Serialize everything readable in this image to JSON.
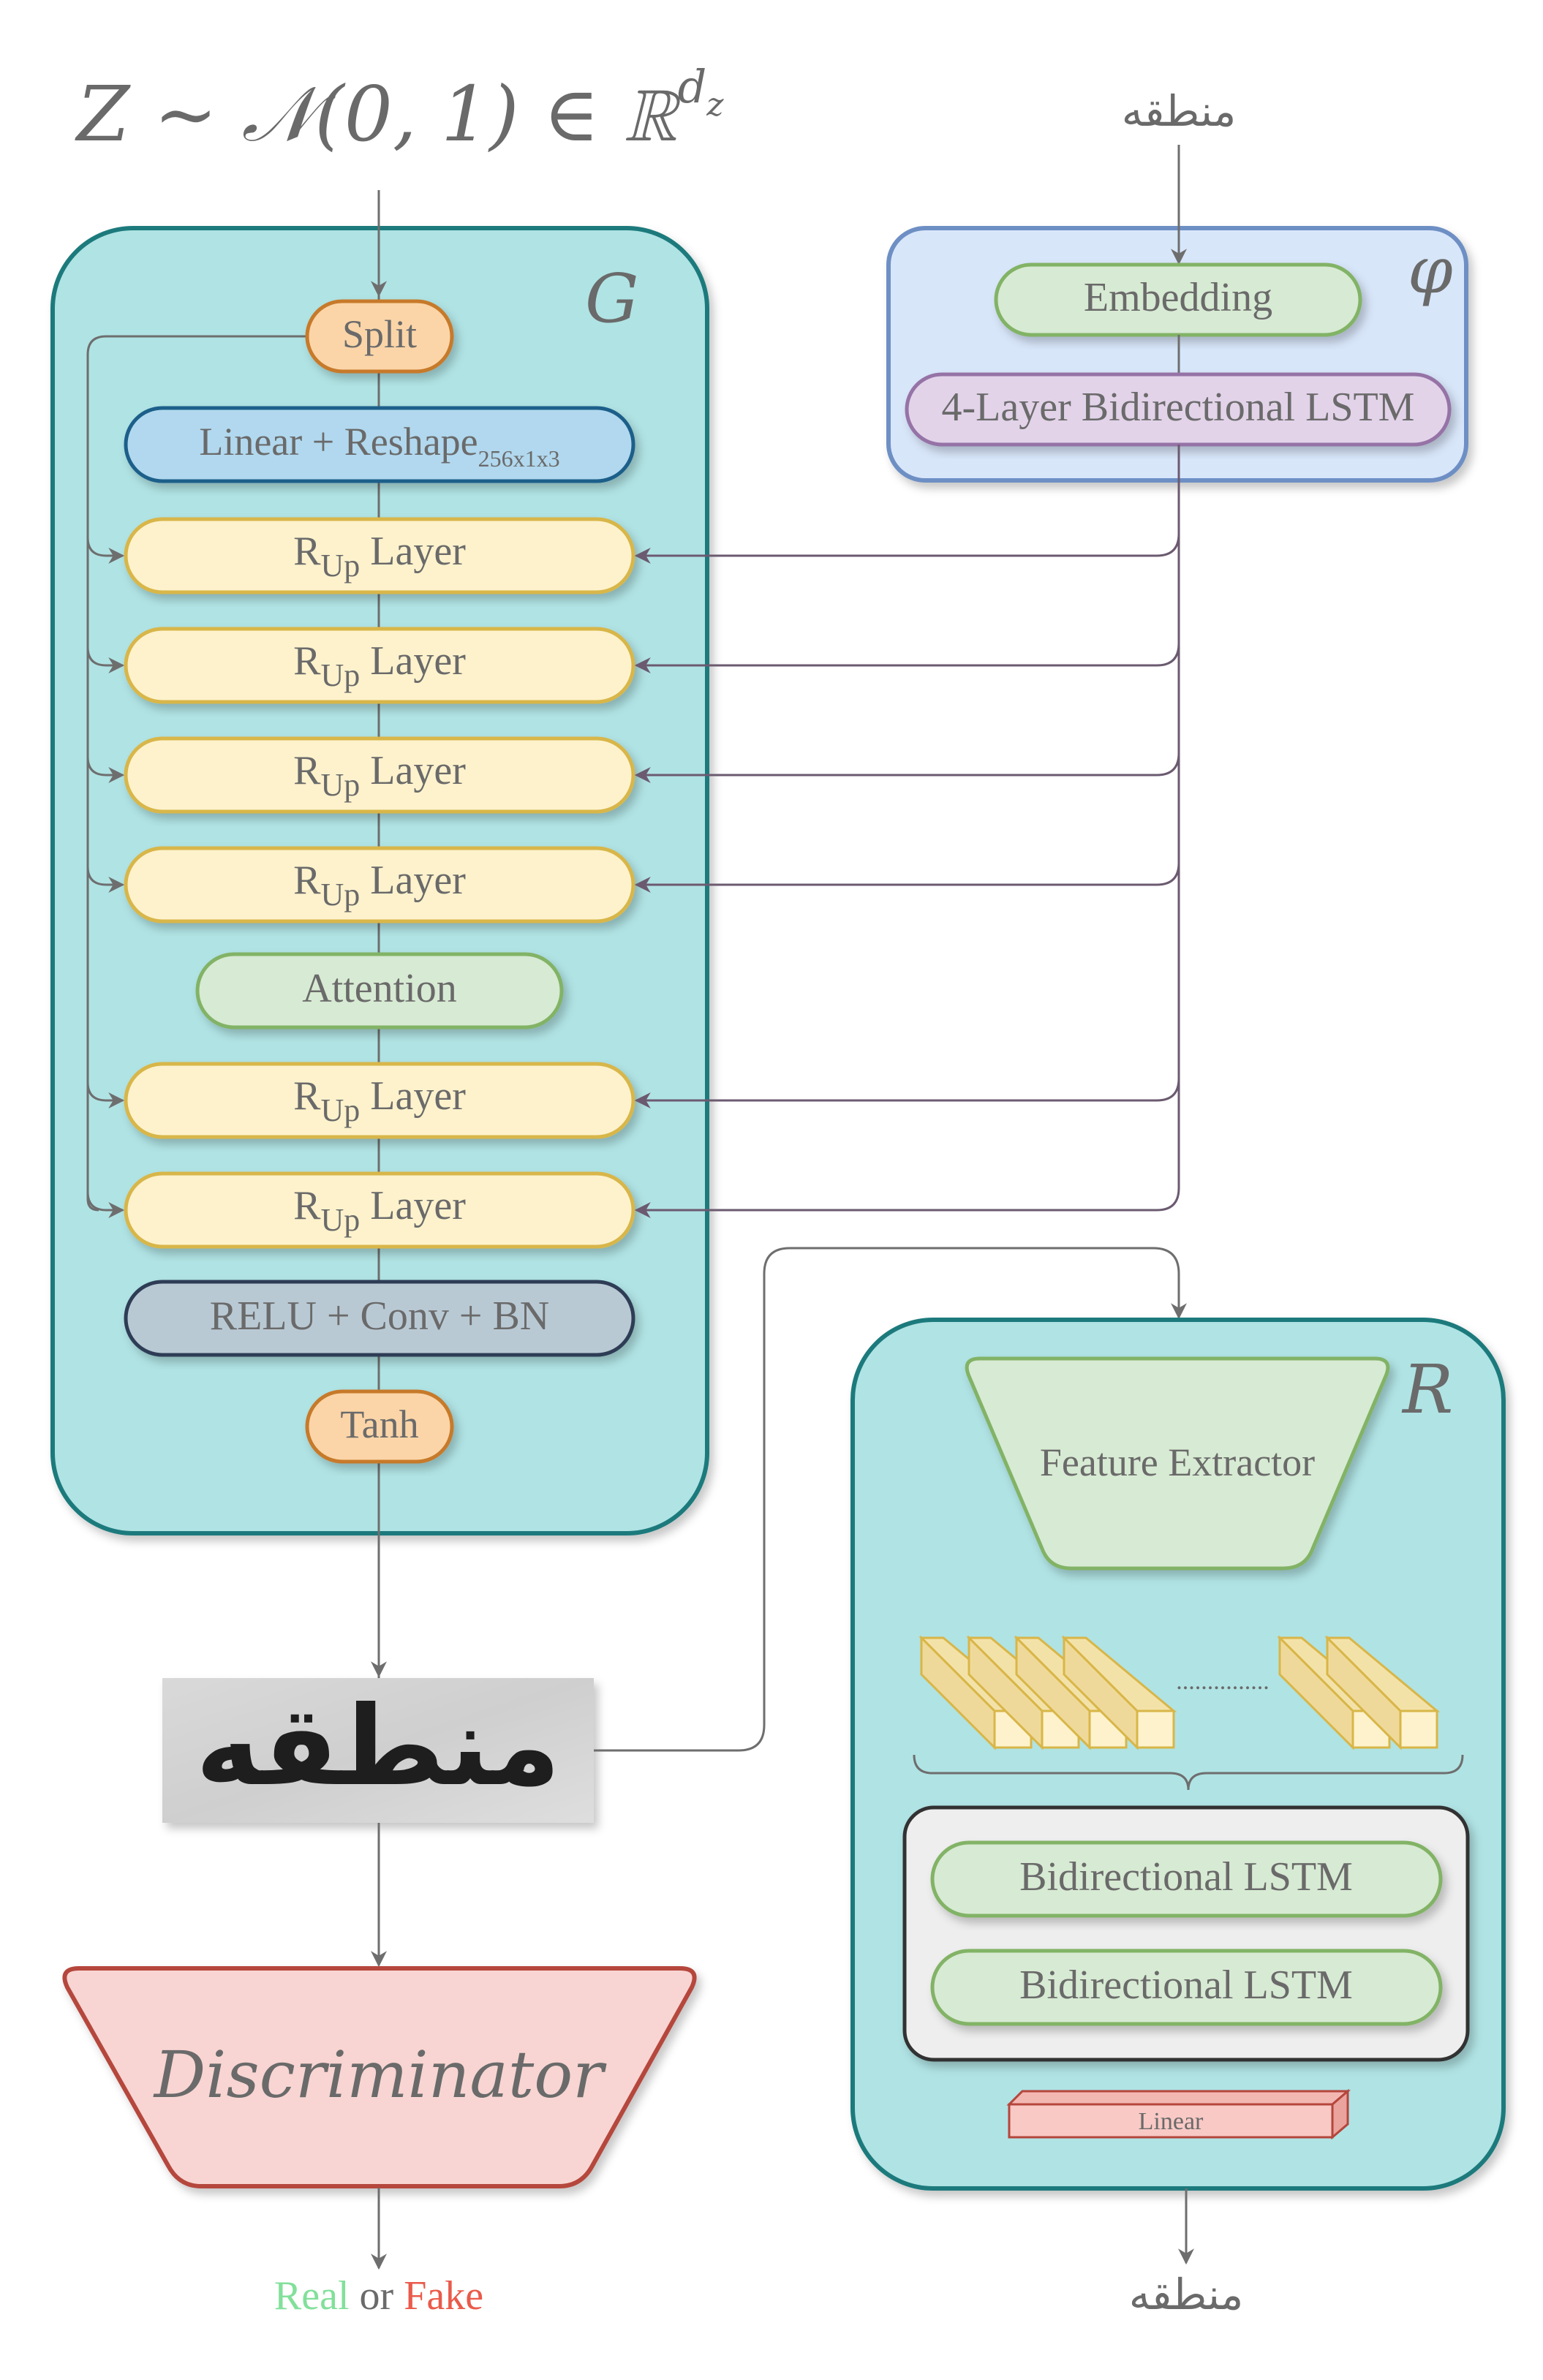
{
  "noise": {
    "expr": "Z ∼ 𝒩(0, 1) ∈ ℝ",
    "sup": "d",
    "sup_sub": "z"
  },
  "word_input": "منطقه",
  "generator": {
    "label": "G",
    "split": "Split",
    "linear": "Linear + Reshape",
    "linear_sub": "256x1x3",
    "rup_main": "R",
    "rup_sub": "Up",
    "rup_suffix": " Layer",
    "attention": "Attention",
    "relu": "RELU + Conv + BN",
    "tanh": "Tanh"
  },
  "phi": {
    "label": "φ",
    "embedding": "Embedding",
    "lstm": "4-Layer Bidirectional LSTM"
  },
  "recognizer": {
    "label": "R",
    "feature_extractor": "Feature Extractor",
    "dots": "...............",
    "bilstm_1": "Bidirectional LSTM",
    "bilstm_2": "Bidirectional LSTM",
    "linear": "Linear",
    "output": "منطقه"
  },
  "generated_image_word": "منطقه",
  "discriminator": {
    "label": "Discriminator",
    "real": "Real",
    "or": " or ",
    "fake": "Fake"
  },
  "colors": {
    "teal_fill": "#b0e3e4",
    "teal_stroke": "#1b7a7c",
    "blue_fill": "#d8e6fa",
    "blue_stroke": "#6d8fc4",
    "yellow_fill": "#fdf2cc",
    "yellow_stroke": "#d8b648",
    "green_fill": "#d7ead3",
    "green_stroke": "#82b366",
    "orange_fill": "#fbd5a8",
    "orange_stroke": "#c77a2a",
    "lightblue_fill": "#b1d8ee",
    "lightblue_stroke": "#1e5f8a",
    "purple_fill": "#e2d3e9",
    "purple_stroke": "#9673a6",
    "gray_fill": "#b9c9d4",
    "gray_stroke": "#2d3e55",
    "red_fill": "#f8d5d2",
    "red_stroke": "#b5463c",
    "real_color": "#82e09a",
    "fake_color": "#ea5a4a"
  }
}
